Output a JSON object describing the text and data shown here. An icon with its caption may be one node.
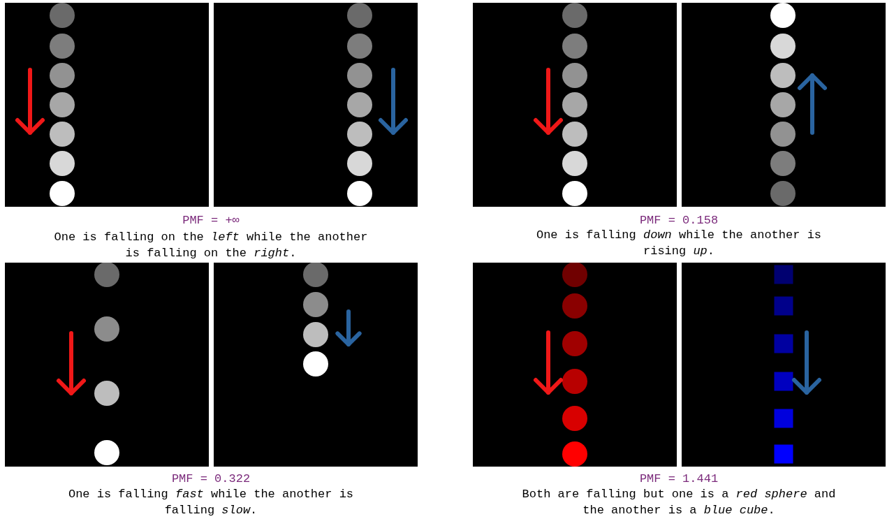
{
  "diagram": {
    "labels": [
      "PMF = +∞",
      "One is falling on the *left* while the another is falling on the *right*.",
      "PMF = 0.158",
      "One is falling *down* while the another is rising *up*.",
      "PMF = 0.322",
      "One is falling *fast* while the another is falling *slow*.",
      "PMF = 1.441",
      "Both are falling but one is a *red sphere* and the another is a *blue cube*."
    ]
  }
}
